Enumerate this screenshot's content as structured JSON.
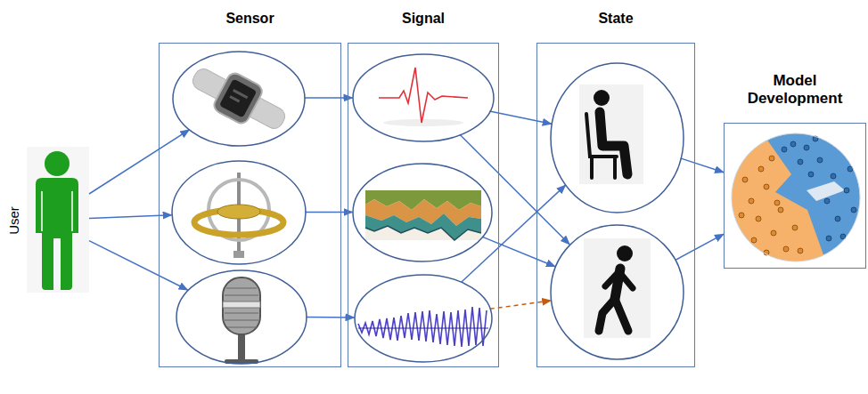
{
  "diagram": {
    "nodes": [
      {
        "text": [
          "User"
        ]
      },
      {
        "text": [
          "Sensor"
        ]
      },
      {
        "text": [],
        "in": 1
      },
      {
        "text": [],
        "in": 1
      },
      {
        "text": [],
        "in": 1
      },
      {
        "text": [
          "Signal"
        ]
      },
      {
        "text": [],
        "in": 5
      },
      {
        "text": [],
        "in": 5
      },
      {
        "text": [],
        "in": 5
      },
      {
        "text": [
          "State"
        ]
      },
      {
        "text": [],
        "in": 9
      },
      {
        "text": [],
        "in": 9
      },
      {
        "text": [
          "Model Development"
        ]
      }
    ],
    "edges": [
      {
        "from": 0,
        "to": 2,
        "arrow": "to"
      },
      {
        "from": 0,
        "to": 3,
        "arrow": "to"
      },
      {
        "from": 0,
        "to": 4,
        "arrow": "to"
      },
      {
        "from": 2,
        "to": 6,
        "arrow": "to"
      },
      {
        "from": 3,
        "to": 7,
        "arrow": "to"
      },
      {
        "from": 4,
        "to": 8,
        "arrow": "to"
      },
      {
        "from": 6,
        "to": 10,
        "arrow": "to"
      },
      {
        "from": 6,
        "to": 11,
        "arrow": "to"
      },
      {
        "from": 7,
        "to": 11,
        "arrow": "to"
      },
      {
        "from": 8,
        "to": 10,
        "arrow": "to"
      },
      {
        "from": 8,
        "to": 11,
        "arrow": "to"
      },
      {
        "from": 10,
        "to": 12,
        "arrow": "to"
      },
      {
        "from": 11,
        "to": 12,
        "arrow": "to"
      }
    ]
  }
}
